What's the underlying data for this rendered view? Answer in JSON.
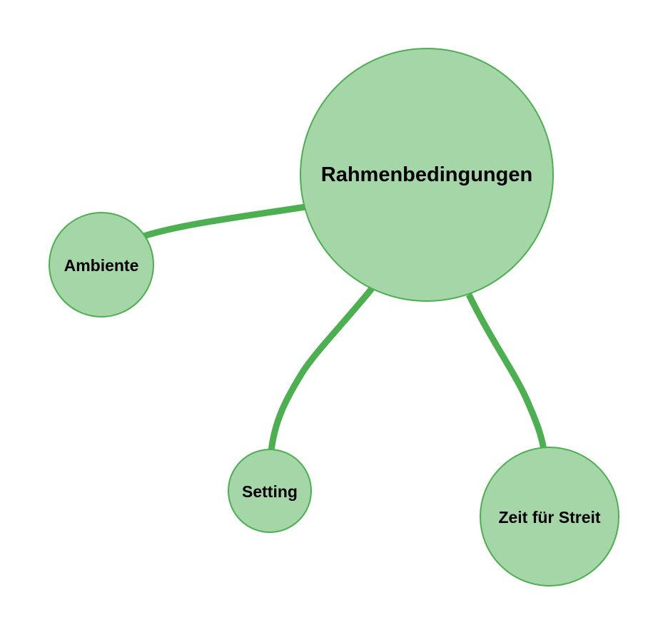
{
  "mindmap": {
    "colors": {
      "edge": "#4caf50",
      "node_fill": "#a5d6a7",
      "node_stroke": "#4caf50",
      "text": "#000000",
      "background": "#ffffff"
    },
    "root": {
      "label": "Rahmenbedingungen"
    },
    "children": [
      {
        "label": "Ambiente"
      },
      {
        "label": "Setting"
      },
      {
        "label": "Zeit für Streit"
      }
    ]
  }
}
